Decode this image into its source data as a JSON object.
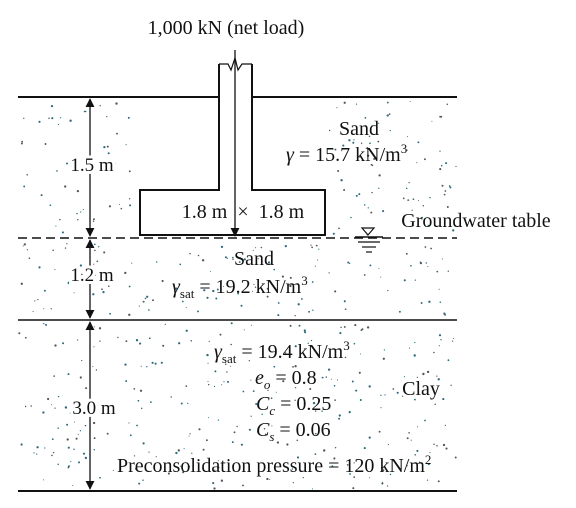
{
  "load": {
    "text": "1,000 kN (net load)"
  },
  "footing": {
    "size": "1.8 m  ×  1.8 m"
  },
  "groundwater": {
    "label": "Groundwater table"
  },
  "layers": [
    {
      "thickness": "1.5 m",
      "soil": "Sand",
      "gamma_sym": "γ",
      "gamma_val": " = 15.7 kN/m",
      "unit_sup": "3"
    },
    {
      "thickness": "1.2 m",
      "soil": "Sand",
      "gamma_sym": "γ",
      "gamma_sub": "sat",
      "gamma_val": " = 19.2 kN/m",
      "unit_sup": "3"
    },
    {
      "thickness": "3.0 m",
      "soil": "Clay",
      "gamma_sym": "γ",
      "gamma_sub": "sat",
      "gamma_val": " = 19.4 kN/m",
      "unit_sup": "3",
      "eo_sym": "e",
      "eo_sub": "o",
      "eo_val": " = 0.8",
      "cc_sym": "C",
      "cc_sub": "c",
      "cc_val": " = 0.25",
      "cs_sym": "C",
      "cs_sub": "s",
      "cs_val": " = 0.06",
      "precon_label": "Preconsolidation pressure",
      "precon_val": " = 120 kN/m",
      "precon_sup": "2"
    }
  ],
  "colors": {
    "line": "#111111",
    "dots": "#2d6a7a",
    "background": "#ffffff"
  }
}
